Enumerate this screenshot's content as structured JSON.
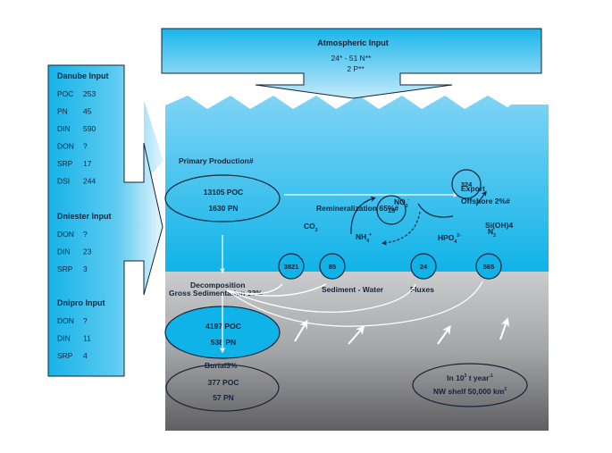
{
  "atmospheric": {
    "title": "Atmospheric Input",
    "line1": "24* - 51 N**",
    "line2": "2 P**"
  },
  "river_inputs": {
    "danube": {
      "title": "Danube Input",
      "rows": [
        {
          "label": "POC",
          "value": "253"
        },
        {
          "label": "PN",
          "value": "45"
        },
        {
          "label": "DIN",
          "value": "590"
        },
        {
          "label": "DON",
          "value": "?"
        },
        {
          "label": "SRP",
          "value": "17"
        },
        {
          "label": "DSI",
          "value": "244"
        }
      ]
    },
    "dniester": {
      "title": "Dniester Input",
      "rows": [
        {
          "label": "DON",
          "value": "?"
        },
        {
          "label": "DIN",
          "value": "23"
        },
        {
          "label": "SRP",
          "value": "3"
        }
      ]
    },
    "dnipro": {
      "title": "Dnipro Input",
      "rows": [
        {
          "label": "DON",
          "value": "?"
        },
        {
          "label": "DIN",
          "value": "11"
        },
        {
          "label": "SRP",
          "value": "4"
        }
      ]
    }
  },
  "water": {
    "primary_production": {
      "title": "Primary Production#",
      "line1": "13105 POC",
      "line2": "1630 PN"
    },
    "remineralization": "Remineralization 65%#",
    "export": {
      "line1": "Export",
      "line2": "Offshore 2%#"
    },
    "gross_sedimentation": {
      "title": "Gross Sedimentation 33%",
      "line1": "4197 POC",
      "line2": "538 PN"
    },
    "species": {
      "co2": "CO",
      "co2_sub": "2",
      "nh4": "NH",
      "nh4_sub": "4",
      "nh4_sup": "+",
      "no3": "NO",
      "no3_sub": "3",
      "no3_sup": "-",
      "n2": "N",
      "n2_sub": "2",
      "hpo4": "HPO",
      "hpo4_sub": "4",
      "hpo4_sup": "2-",
      "sioh4": "Si(OH)4"
    },
    "fluxes": {
      "co2": "3821",
      "nh4": "85",
      "nitrification": "15",
      "denitrification": "324",
      "hpo4": "24",
      "sioh4": "565"
    }
  },
  "sediment": {
    "decomposition": "Decomposition",
    "sediment_water": "Sediment - Water",
    "fluxes_label": "Fluxes",
    "burial": {
      "title": "Burial3%",
      "line1": "377 POC",
      "line2": "57 PN"
    },
    "units": {
      "line1_main": "In 10",
      "line1_sup": "3",
      "line1_rest": " t year",
      "line1_sup2": "-1",
      "line2_main": "NW shelf 50,000 km",
      "line2_sup": "2"
    }
  },
  "colors": {
    "water_top": "#7dd3f5",
    "water_bottom": "#0fb4e8",
    "sediment_top": "#c8c9cb",
    "sediment_bottom": "#626266",
    "outline": "#13243a",
    "arrow_white": "#ffffff"
  }
}
